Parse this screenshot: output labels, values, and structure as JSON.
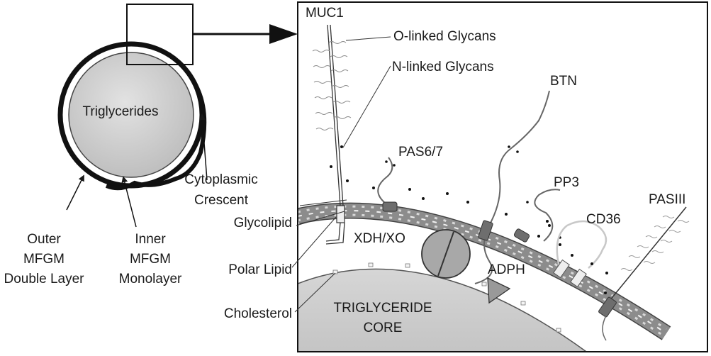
{
  "globule": {
    "core_label": "Triglycerides",
    "crescent_label_line1": "Cytoplasmic",
    "crescent_label_line2": "Crescent",
    "outer_label_line1": "Outer",
    "outer_label_line2": "MFGM",
    "outer_label_line3": "Double Layer",
    "inner_label_line1": "Inner",
    "inner_label_line2": "MFGM",
    "inner_label_line3": "Monolayer"
  },
  "detail": {
    "muc1": "MUC1",
    "o_glycans": "O-linked Glycans",
    "n_glycans": "N-linked Glycans",
    "btn": "BTN",
    "pas67": "PAS6/7",
    "pp3": "PP3",
    "cd36": "CD36",
    "pasiii": "PASIII",
    "glycolipid": "Glycolipid",
    "polar_lipid": "Polar Lipid",
    "cholesterol": "Cholesterol",
    "xdh": "XDH/XO",
    "adph": "ADPH",
    "core_line1": "TRIGLYCERIDE",
    "core_line2": "CORE"
  },
  "colors": {
    "core_fill": "#d0d0d0",
    "membrane_fill": "#8c8c8c",
    "protein_fill": "#6e6e6e",
    "line": "#1a1a1a"
  }
}
